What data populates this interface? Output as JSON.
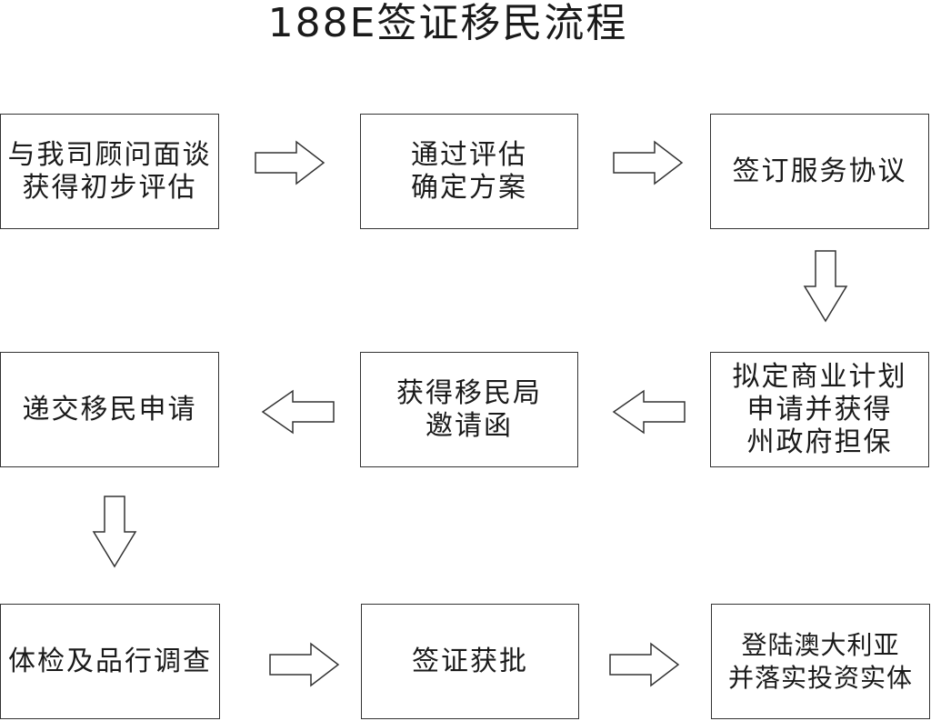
{
  "title": "188E签证移民流程",
  "steps": [
    {
      "lines": [
        "与我司顾问面谈",
        "获得初步评估"
      ]
    },
    {
      "lines": [
        "通过评估",
        "确定方案"
      ]
    },
    {
      "lines": [
        "签订服务协议"
      ]
    },
    {
      "lines": [
        "拟定商业计划",
        "申请并获得",
        "州政府担保"
      ]
    },
    {
      "lines": [
        "获得移民局",
        "邀请函"
      ]
    },
    {
      "lines": [
        "递交移民申请"
      ]
    },
    {
      "lines": [
        "体检及品行调查"
      ]
    },
    {
      "lines": [
        "签证获批"
      ]
    },
    {
      "lines": [
        "登陆澳大利亚",
        "并落实投资实体"
      ]
    }
  ],
  "colors": {
    "stroke": "#333333",
    "text": "#1a1a1a",
    "background": "#ffffff"
  },
  "icons": [
    "arrow-right-icon",
    "arrow-down-icon",
    "arrow-left-icon"
  ]
}
